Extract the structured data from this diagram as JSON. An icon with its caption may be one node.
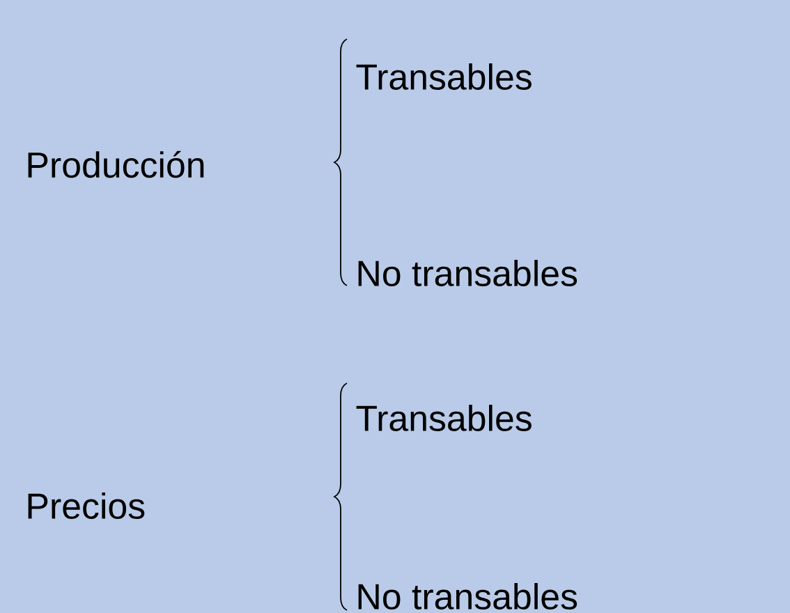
{
  "diagram": {
    "labels": [
      "Producción",
      "Transables",
      "No transables",
      "Precios",
      "Transables",
      "No transables"
    ]
  }
}
